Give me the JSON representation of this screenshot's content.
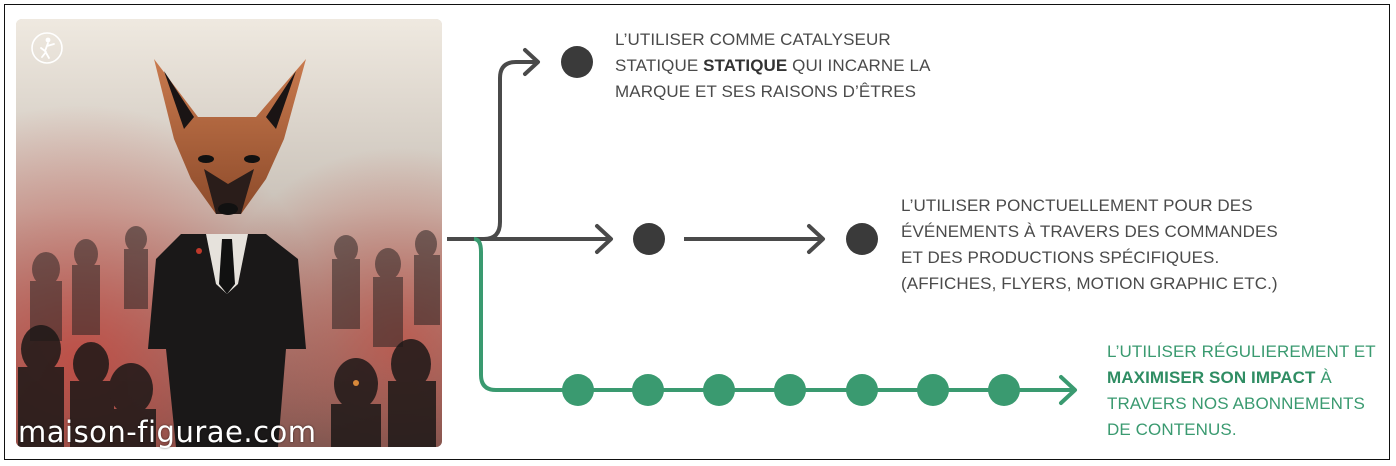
{
  "artwork": {
    "watermark": "maison-figurae.com",
    "logo_icon": "dancer-silhouette-icon",
    "subject_icon": "fox-headed-figure-in-suit"
  },
  "colors": {
    "dark": "#4a4a4a",
    "node_dark": "#3a3a3a",
    "green": "#3a9a70"
  },
  "branches": {
    "top": {
      "line1": "L’UTILISER COMME CATALYSEUR",
      "line2_pre": "STATIQUE ",
      "line2_bold": "STATIQUE",
      "line2_post": " QUI INCARNE LA",
      "line3": "MARQUE ET SES RAISONS D’ÊTRES"
    },
    "middle": {
      "line1": "L’UTILISER PONCTUELLEMENT POUR DES",
      "line2": "ÉVÉNEMENTS À TRAVERS DES COMMANDES",
      "line3": "ET DES PRODUCTIONS SPÉCIFIQUES.",
      "line4": "(AFFICHES, FLYERS, MOTION GRAPHIC ETC.)"
    },
    "bottom": {
      "line1": "L’UTILISER RÉGULIEREMENT ET",
      "line2_bold": "MAXIMISER SON IMPACT",
      "line2_post": " À",
      "line3": "TRAVERS NOS ABONNEMENTS",
      "line4": "DE CONTENUS."
    }
  }
}
